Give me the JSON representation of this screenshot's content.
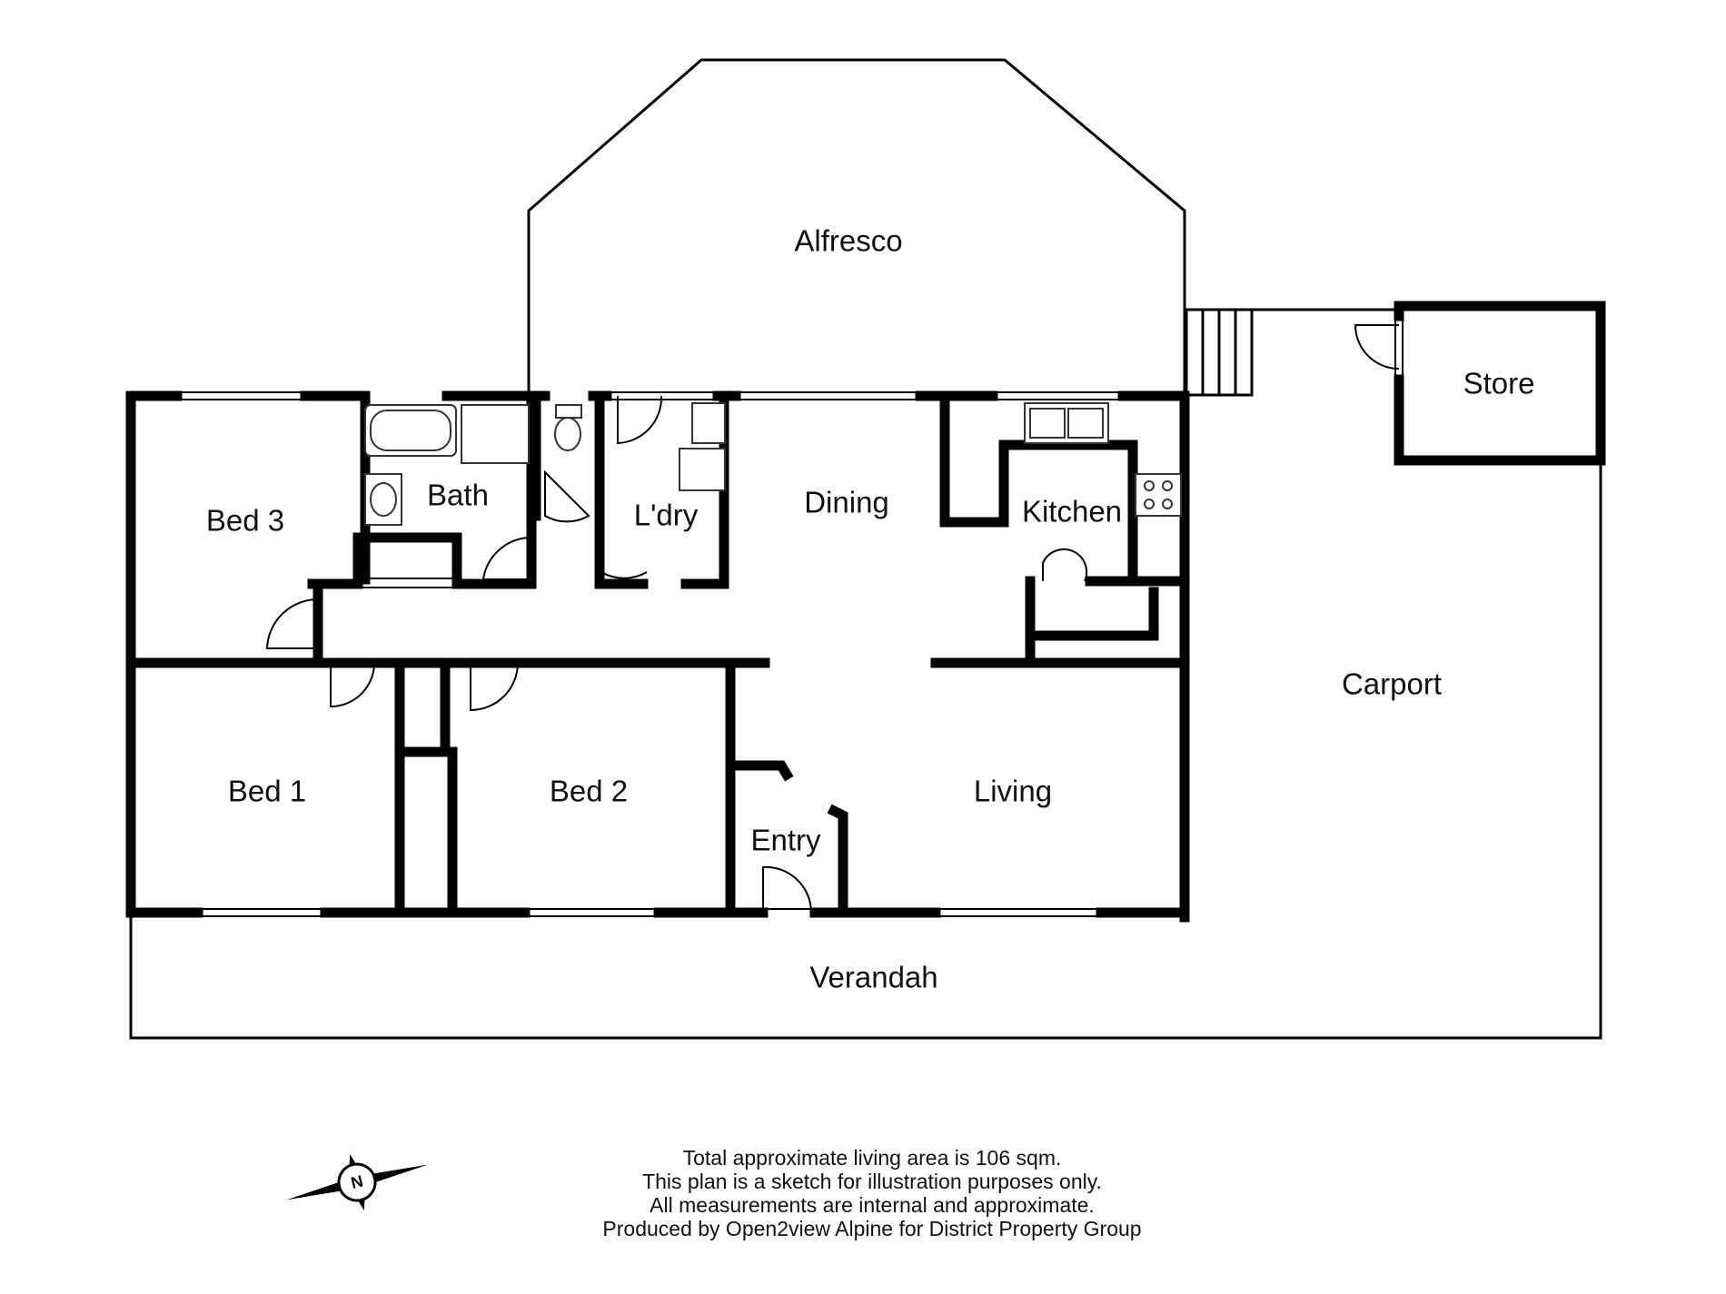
{
  "rooms": {
    "alfresco": "Alfresco",
    "store": "Store",
    "bed3": "Bed 3",
    "bath": "Bath",
    "laundry": "L'dry",
    "dining": "Dining",
    "kitchen": "Kitchen",
    "carport": "Carport",
    "bed1": "Bed 1",
    "bed2": "Bed 2",
    "living": "Living",
    "entry": "Entry",
    "verandah": "Verandah"
  },
  "notes": {
    "line1": "Total approximate living area is 106 sqm.",
    "line2": "This plan is a sketch for illustration purposes only.",
    "line3": "All measurements are internal and approximate.",
    "line4": "Produced by Open2view Alpine for District Property Group"
  },
  "compass": {
    "label": "N",
    "icon": "compass-icon"
  }
}
